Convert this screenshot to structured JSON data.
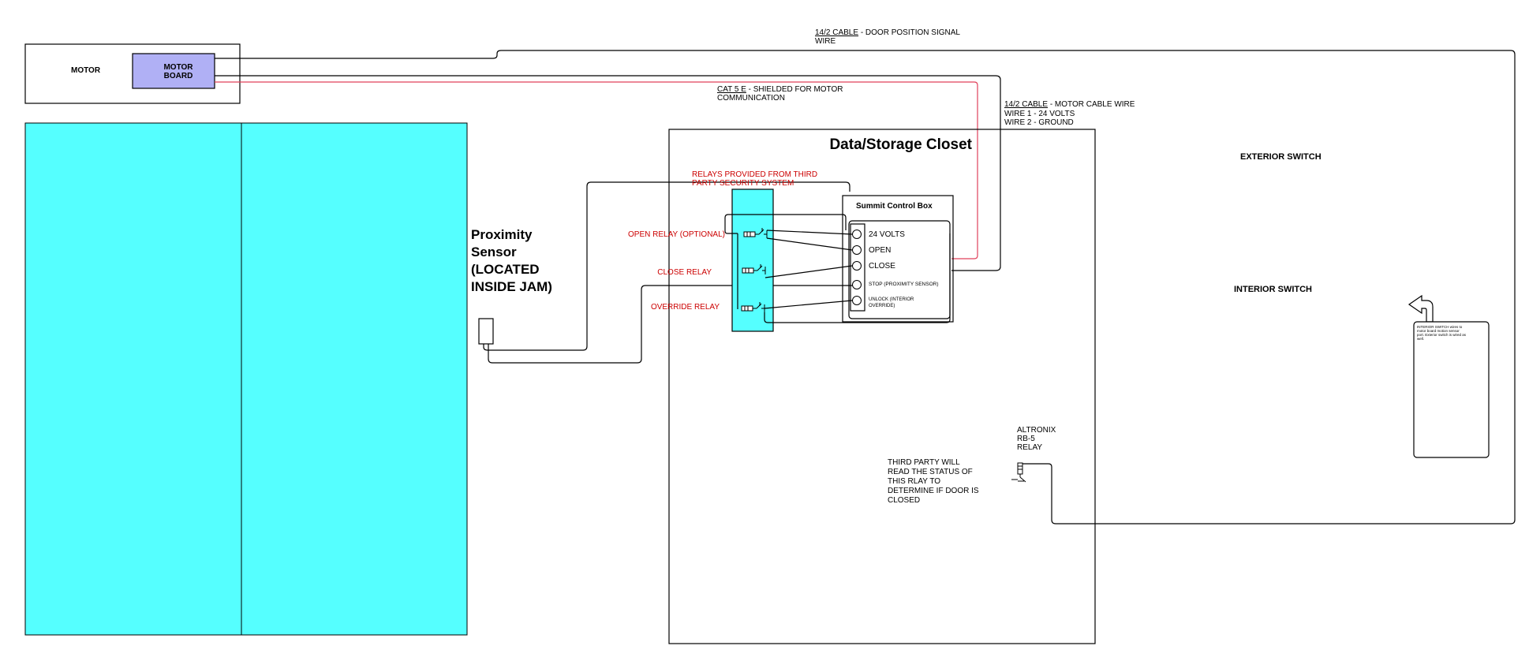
{
  "colors": {
    "door_panel": "#55ffff",
    "motor_board": "#b0b0f5",
    "relay_strip": "#55ffff",
    "red_text": "#cc0000",
    "cat5_wire": "#e0405a"
  },
  "motor": {
    "label": "MOTOR",
    "board_line1": "MOTOR",
    "board_line2": "BOARD"
  },
  "cables": {
    "door_signal_underline": "14/2 CABLE",
    "door_signal_rest": " - DOOR POSITION SIGNAL",
    "door_signal_line2": "WIRE",
    "cat5_underline": "CAT 5 E",
    "cat5_rest": " - SHIELDED FOR MOTOR",
    "cat5_line2": "COMMUNICATION",
    "motor_cable_underline": "14/2 CABLE",
    "motor_cable_rest": " - MOTOR CABLE WIRE",
    "motor_cable_line2": "WIRE 1 - 24 VOLTS",
    "motor_cable_line3": "WIRE 2 - GROUND"
  },
  "proximity": {
    "line1": "Proximity",
    "line2": "Sensor",
    "line3": "(LOCATED",
    "line4": "INSIDE JAM)"
  },
  "closet": {
    "title": "Data/Storage Closet"
  },
  "relays": {
    "provided_line1": "RELAYS PROVIDED FROM THIRD",
    "provided_line2": "PARTY SECURITY SYSTEM",
    "open_relay": "OPEN RELAY (OPTIONAL)",
    "close_relay": "CLOSE RELAY",
    "override_relay": "OVERRIDE RELAY"
  },
  "control_box": {
    "title": "Summit Control Box",
    "terminals": {
      "volts": "24 VOLTS",
      "open": "OPEN",
      "close": "CLOSE",
      "stop": "STOP (PROXIMITY SENSOR)",
      "unlock_line1": "UNLOCK (INTERIOR",
      "unlock_line2": "OVERRIDE)"
    }
  },
  "switches": {
    "exterior": "EXTERIOR SWITCH",
    "interior": "INTERIOR  SWITCH",
    "note_line1": "INTERIOR SWITCH wires to",
    "note_line2": "motor board motion sensor",
    "note_line3": "port. Exterior switch is wired as",
    "note_line4": "well."
  },
  "altronix": {
    "line1": "ALTRONIX",
    "line2": "RB-5",
    "line3": "RELAY"
  },
  "third_party": {
    "line1": "THIRD PARTY WILL",
    "line2": "READ THE STATUS OF",
    "line3": "THIS RLAY TO",
    "line4": "DETERMINE IF DOOR IS",
    "line5": "CLOSED"
  }
}
